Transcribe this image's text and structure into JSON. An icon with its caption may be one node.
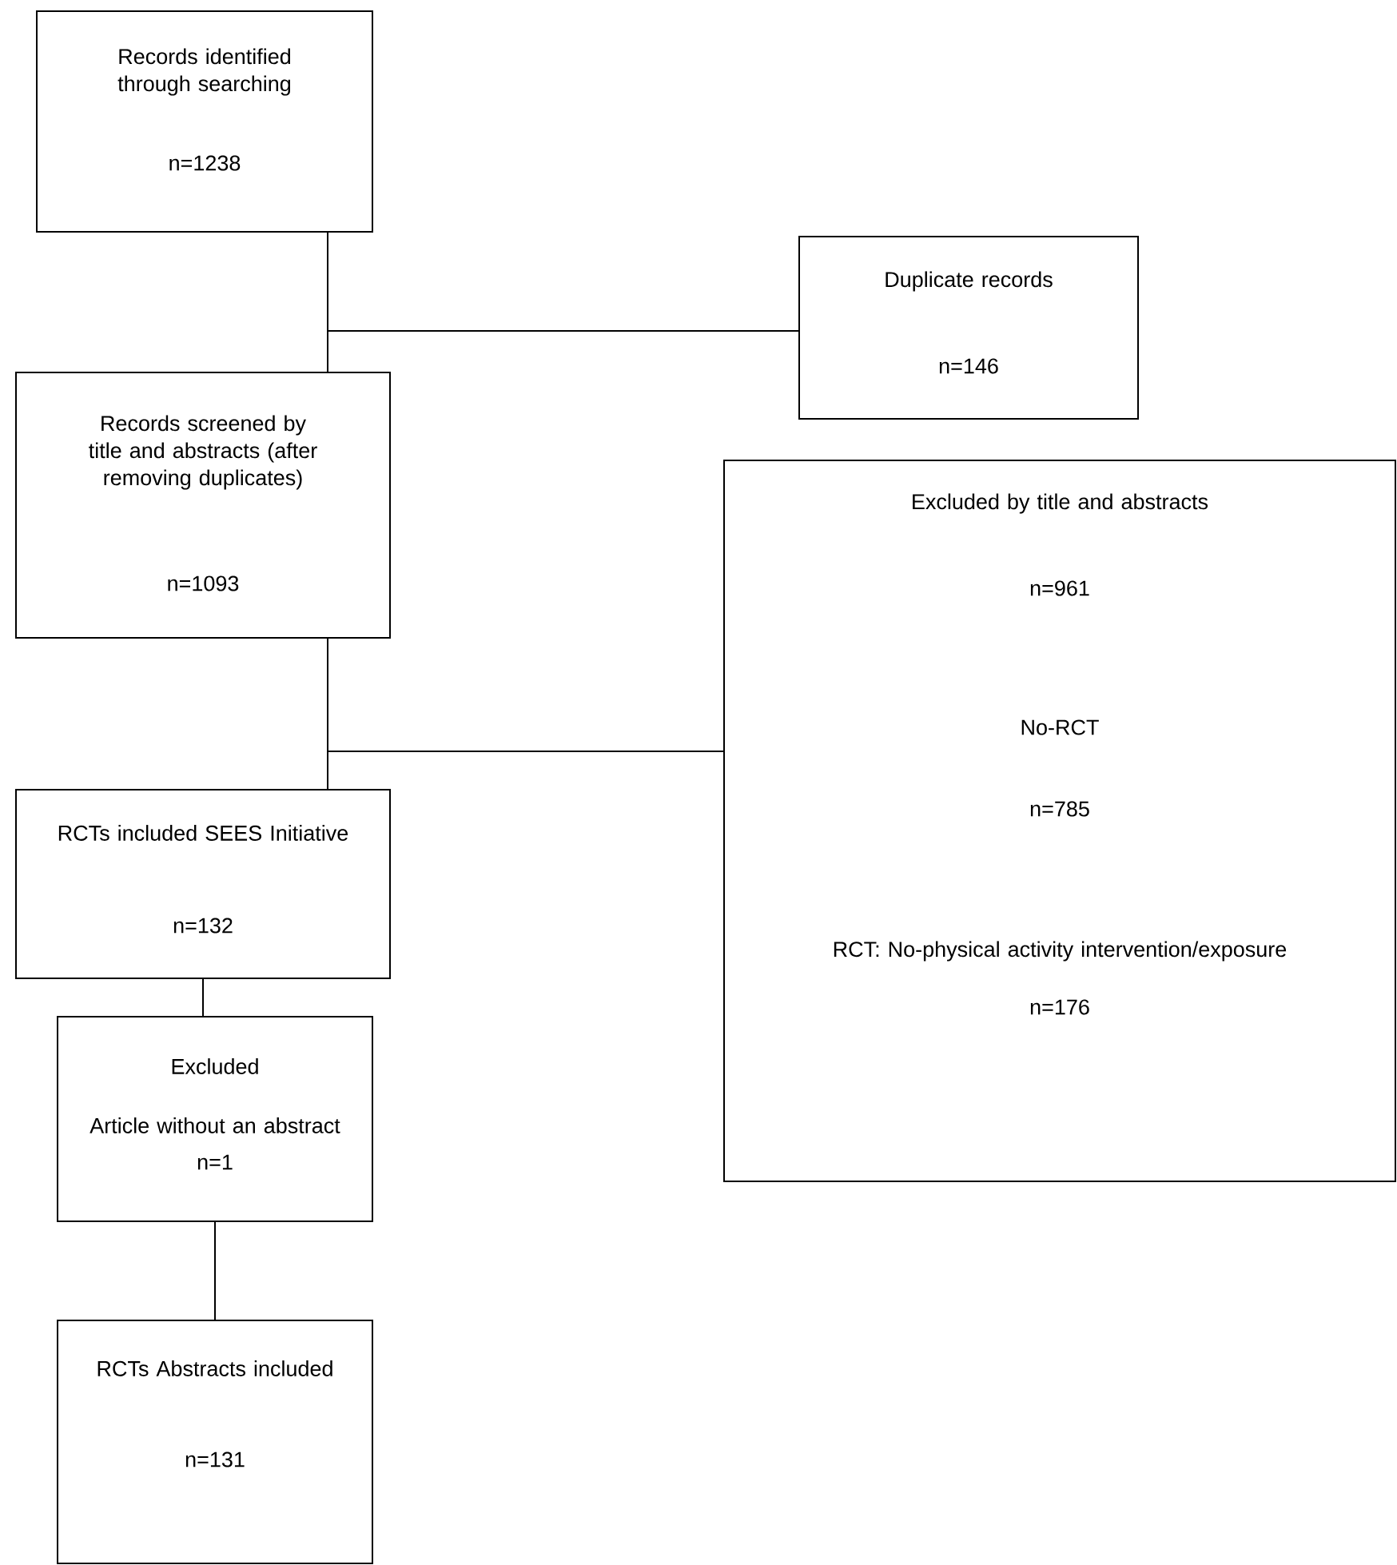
{
  "diagram": {
    "nodes": [
      {
        "text": [
          "Records identified through searching",
          "n=1238"
        ]
      },
      {
        "text": [
          "Duplicate records",
          "n=146"
        ]
      },
      {
        "text": [
          "Records screened by title and abstracts (after removing duplicates)",
          "n=1093"
        ]
      },
      {
        "text": [
          "Excluded by title and abstracts",
          "n=961",
          "No-RCT",
          "n=785",
          "RCT: No-physical activity intervention/exposure",
          "n=176"
        ]
      },
      {
        "text": [
          "RCTs included SEES Initiative",
          "n=132"
        ]
      },
      {
        "text": [
          "Excluded",
          "Article without an abstract",
          "n=1"
        ]
      },
      {
        "text": [
          "RCTs Abstracts included",
          "n=131"
        ]
      }
    ],
    "edges": [
      {
        "from": 0,
        "to": 2,
        "arrow": "none"
      },
      {
        "from": 0,
        "to": 1,
        "arrow": "none"
      },
      {
        "from": 2,
        "to": 4,
        "arrow": "none"
      },
      {
        "from": 2,
        "to": 3,
        "arrow": "none"
      },
      {
        "from": 4,
        "to": 5,
        "arrow": "none"
      },
      {
        "from": 5,
        "to": 6,
        "arrow": "none"
      }
    ]
  }
}
